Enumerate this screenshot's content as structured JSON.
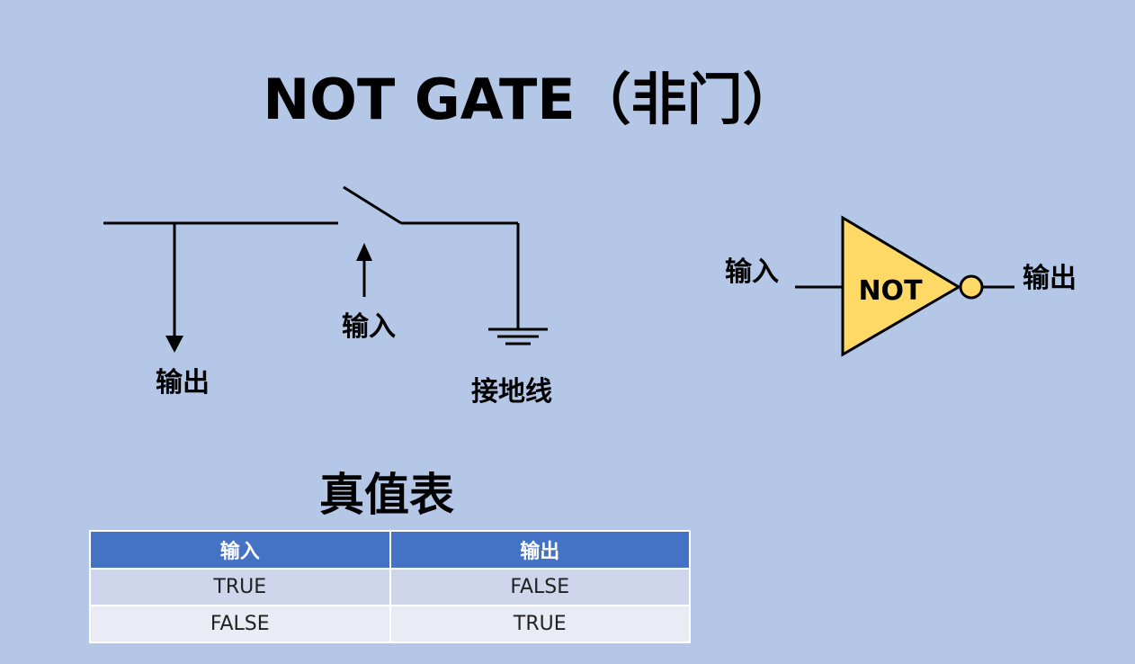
{
  "title": "NOT GATE（非门）",
  "switch_diagram": {
    "output_label": "输出",
    "input_label": "输入",
    "ground_label": "接地线"
  },
  "gate_symbol": {
    "input_label": "输入",
    "gate_text": "NOT",
    "output_label": "输出",
    "fill_color": "#ffd966"
  },
  "truth_table": {
    "title": "真值表",
    "headers": [
      "输入",
      "输出"
    ],
    "rows": [
      [
        "TRUE",
        "FALSE"
      ],
      [
        "FALSE",
        "TRUE"
      ]
    ],
    "header_color": "#4472c4"
  }
}
